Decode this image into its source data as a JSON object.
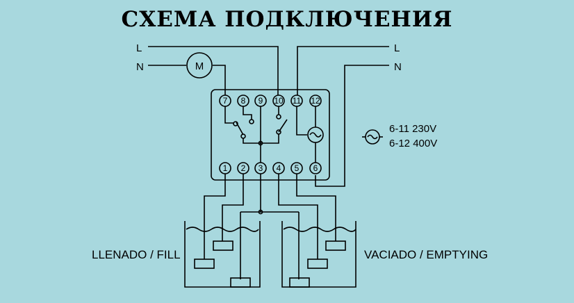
{
  "title": "СХЕМА ПОДКЛЮЧЕНИЯ",
  "supply_left": {
    "line": "L",
    "neutral": "N"
  },
  "supply_right": {
    "line": "L",
    "neutral": "N"
  },
  "motor_label": "M",
  "terminals_top": [
    "7",
    "8",
    "9",
    "10",
    "11",
    "12"
  ],
  "terminals_bottom": [
    "1",
    "2",
    "3",
    "4",
    "5",
    "6"
  ],
  "voltage_notes": [
    "6-11 230V",
    "6-12 400V"
  ],
  "tank_fill_label": "LLENADO / FILL",
  "tank_empty_label": "VACIADO / EMPTYING",
  "icons": [
    "motor-icon",
    "ac-supply-icon",
    "relay-switch-icon",
    "probe-electrode-icon"
  ]
}
